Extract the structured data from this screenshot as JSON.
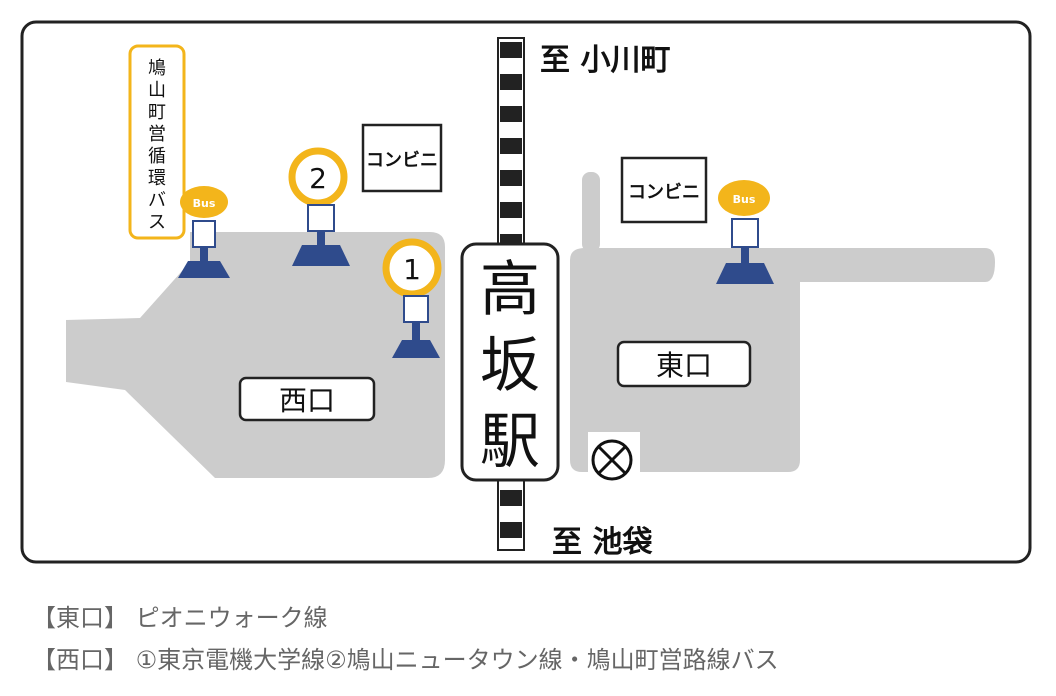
{
  "map": {
    "direction_north": "至 小川町",
    "direction_south": "至 池袋",
    "station_name": [
      "高",
      "坂",
      "駅"
    ],
    "west_exit_label": "西口",
    "east_exit_label": "東口",
    "konbini_west": "コンビニ",
    "konbini_east": "コンビニ",
    "community_bus_sign": [
      "鳩",
      "山",
      "町",
      "営",
      "循",
      "環",
      "バ",
      "ス"
    ],
    "stop_1_number": "1",
    "stop_2_number": "2",
    "bus_badge_west": "Bus",
    "bus_badge_east": "Bus",
    "colors": {
      "road": "#cccccc",
      "stop_marker": "#f3b51b",
      "stop_base": "#2f4b8c",
      "frame": "#222222"
    }
  },
  "legend": {
    "east": "【東口】 ピオニウォーク線",
    "west": "【西口】 ①東京電機大学線②鳩山ニュータウン線・鳩山町営路線バス"
  }
}
